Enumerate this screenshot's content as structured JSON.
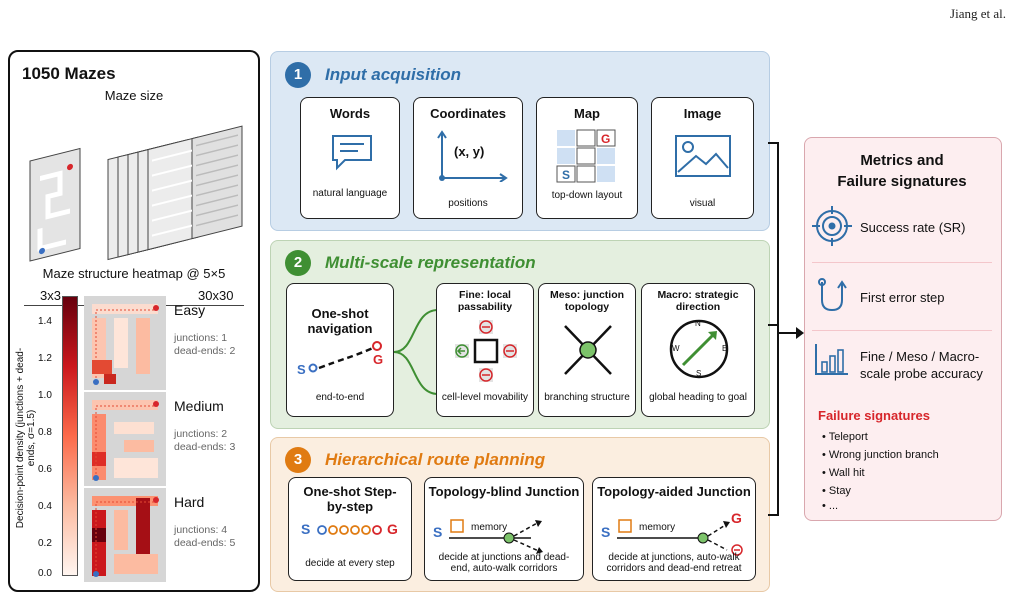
{
  "author": "Jiang et al.",
  "left": {
    "title": "1050 Mazes",
    "maze_size_label": "Maze size",
    "size_small": "3x3",
    "size_dots": "...",
    "size_large": "30x30",
    "heatmap_title": "Maze structure heatmap @ 5×5",
    "colorbar_label": "Decision-point density (junctions + dead-ends, σ=1.5)",
    "colorbar_ticks": [
      "1.4",
      "1.2",
      "1.0",
      "0.8",
      "0.6",
      "0.4",
      "0.2",
      "0.0"
    ],
    "levels": [
      {
        "name": "Easy",
        "junctions": "junctions: 1",
        "deadends": "dead-ends: 2"
      },
      {
        "name": "Medium",
        "junctions": "junctions: 2",
        "deadends": "dead-ends: 3"
      },
      {
        "name": "Hard",
        "junctions": "junctions: 4",
        "deadends": "dead-ends: 5"
      }
    ]
  },
  "panel1": {
    "num": "1",
    "title": "Input acquisition",
    "cards": [
      {
        "title": "Words",
        "desc": "natural language"
      },
      {
        "title": "Coordinates",
        "desc": "positions",
        "formula": "(x, y)"
      },
      {
        "title": "Map",
        "desc": "top-down layout",
        "g": "G",
        "s": "S"
      },
      {
        "title": "Image",
        "desc": "visual"
      }
    ]
  },
  "panel2": {
    "num": "2",
    "title": "Multi-scale representation",
    "oneshot": {
      "title": "One-shot navigation",
      "desc": "end-to-end",
      "s": "S",
      "g": "G"
    },
    "cards": [
      {
        "title": "Fine: local passability",
        "desc": "cell-level movability"
      },
      {
        "title": "Meso: junction topology",
        "desc": "branching structure"
      },
      {
        "title": "Macro: strategic direction",
        "desc": "global heading to goal",
        "n": "N",
        "s": "S",
        "e": "E",
        "w": "W"
      }
    ]
  },
  "panel3": {
    "num": "3",
    "title": "Hierarchical route planning",
    "cards": [
      {
        "title": "One-shot Step-by-step",
        "desc": "decide at every step",
        "s": "S",
        "g": "G"
      },
      {
        "title": "Topology-blind Junction",
        "desc": "decide at junctions and dead-end, auto-walk corridors",
        "memory": "memory",
        "s": "S"
      },
      {
        "title": "Topology-aided Junction",
        "desc": "decide at junctions, auto-walk corridors and dead-end retreat",
        "memory": "memory",
        "s": "S",
        "g": "G"
      }
    ]
  },
  "right": {
    "title": "Metrics and Failure signatures",
    "metrics": [
      "Success rate (SR)",
      "First error step",
      "Fine / Meso / Macro-scale probe accuracy"
    ],
    "failure_title": "Failure signatures",
    "failures": [
      "Teleport",
      "Wrong junction branch",
      "Wall hit",
      "Stay",
      "..."
    ]
  },
  "colors": {
    "blue_panel": "#dce8f4",
    "green_panel": "#e4efdf",
    "orange_panel": "#fbeee0",
    "pink_panel": "#fdeef0",
    "blue": "#2f6ea8",
    "green": "#3f8f33",
    "orange": "#e07b12",
    "red": "#d7262b"
  }
}
